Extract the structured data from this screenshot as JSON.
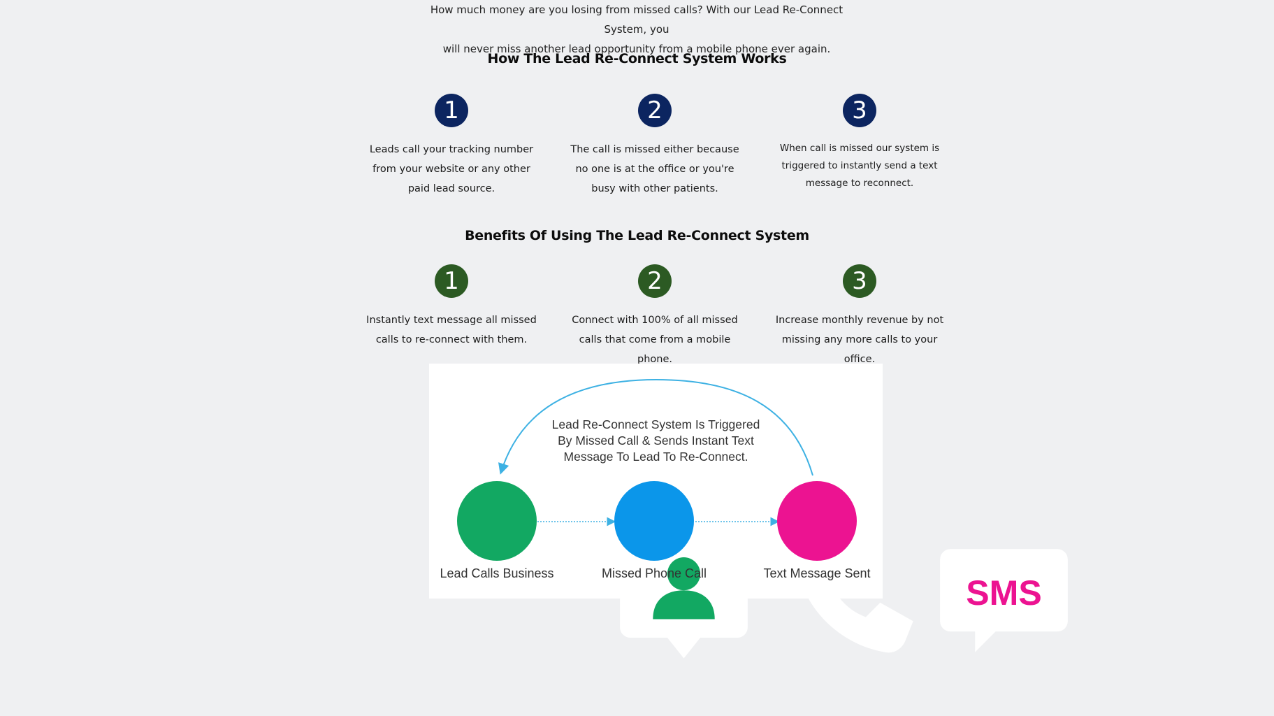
{
  "intro": {
    "line1": "How much money are you losing from missed calls? With our Lead Re-Connect System, you",
    "line2": "will never miss another lead opportunity from a mobile phone ever again."
  },
  "how_it_works": {
    "title": "How The Lead Re-Connect System Works",
    "steps": [
      {
        "number": "1",
        "text": "Leads call your tracking number from your website or any other paid lead source."
      },
      {
        "number": "2",
        "text": "The call is missed either because no one is at the office or you're busy with other patients."
      },
      {
        "number": "3",
        "text": "When call is missed our system is triggered to instantly send a text message to reconnect."
      }
    ]
  },
  "benefits": {
    "title": "Benefits Of Using The Lead Re-Connect System",
    "items": [
      {
        "number": "1",
        "text": "Instantly text message all missed calls to re-connect with them."
      },
      {
        "number": "2",
        "text": "Connect with 100% of all missed calls that come from a mobile phone."
      },
      {
        "number": "3",
        "text": "Increase monthly revenue by not missing any more calls to your office."
      }
    ]
  },
  "diagram": {
    "caption_line1": "Lead Re-Connect System Is Triggered",
    "caption_line2": "By Missed Call & Sends Instant Text",
    "caption_line3": "Message To Lead To Re-Connect.",
    "sms_text": "SMS",
    "nodes": [
      {
        "label": "Lead Calls Business",
        "icon": "contact-icon",
        "color": "#12a862"
      },
      {
        "label": "Missed Phone Call",
        "icon": "phone-icon",
        "color": "#0b96ea"
      },
      {
        "label": "Text Message Sent",
        "icon": "sms-icon",
        "color": "#ec1391"
      }
    ],
    "arrow_color": "#3db1e3"
  },
  "colors": {
    "background": "#eff0f2",
    "step_navy": "#0c2560",
    "benefit_green": "#2c5a23"
  }
}
